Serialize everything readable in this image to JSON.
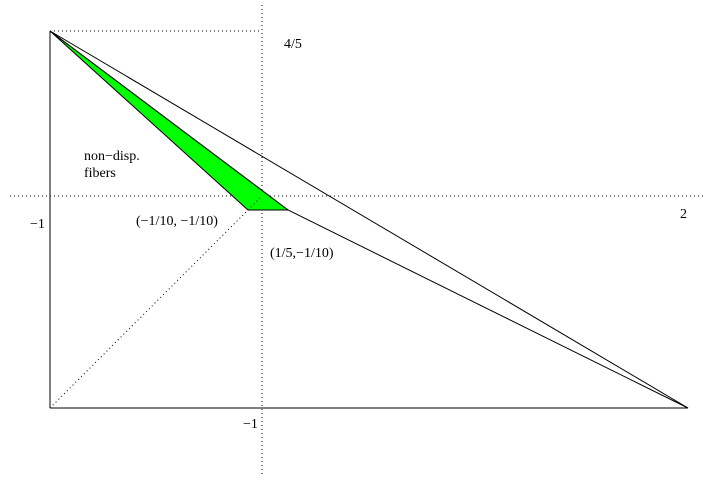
{
  "labels": {
    "y_top": "4/5",
    "x_right": "2",
    "x_left": "−1",
    "y_bottom": "−1",
    "region_line1": "non−disp.",
    "region_line2": "fibers",
    "point_a": "(−1/10, −1/10)",
    "point_b": "(1/5,−1/10)"
  },
  "colors": {
    "region_fill": "#00ff00",
    "line": "#000000",
    "background": "#ffffff"
  }
}
